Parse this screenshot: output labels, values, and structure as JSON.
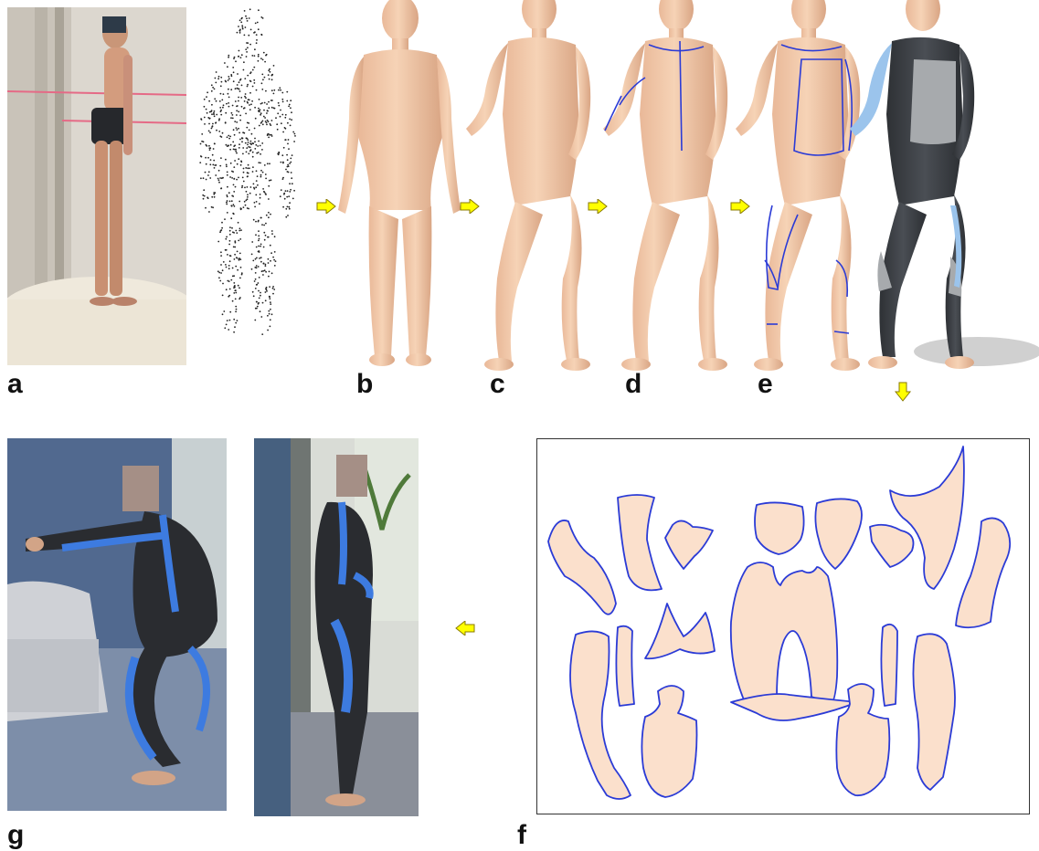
{
  "labels": {
    "a": "a",
    "b": "b",
    "c": "c",
    "d": "d",
    "e": "e",
    "f": "f",
    "g": "g"
  },
  "colors": {
    "skin": "#f2c9a8",
    "skin_shade": "#d9a584",
    "seam": "#2b3bd6",
    "suit_dark": "#3a3d42",
    "suit_light_blue": "#9bc4ec",
    "suit_gray": "#a7aaad",
    "suit_blue": "#3d7be0",
    "pattern_fill": "#fbe0cc",
    "arrow_yellow": "#ffff00",
    "wall_blue": "#4e6791"
  },
  "icons": {
    "arrow_right": "arrow-right-icon",
    "arrow_down": "arrow-down-icon",
    "arrow_left": "arrow-left-icon"
  }
}
